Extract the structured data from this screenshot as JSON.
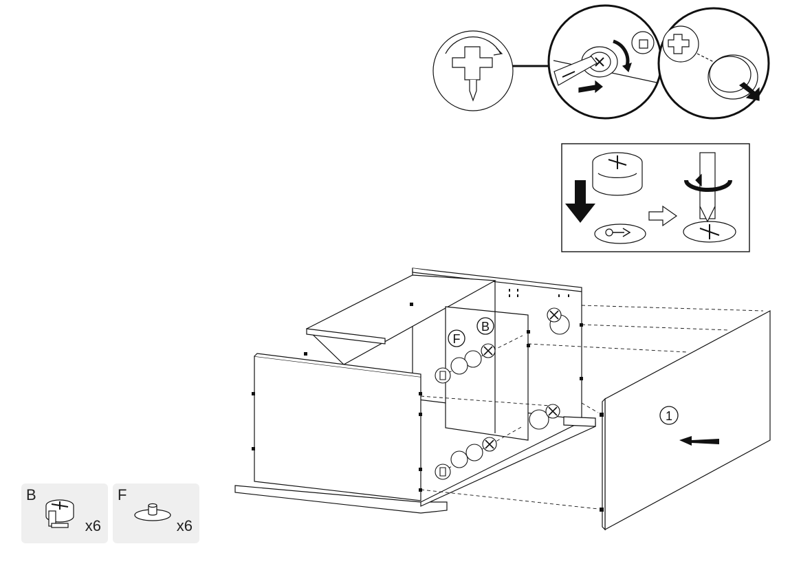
{
  "parts": [
    {
      "letter": "B",
      "quantity": "x6",
      "icon": "cam-lock-icon"
    },
    {
      "letter": "F",
      "quantity": "x6",
      "icon": "cover-cap-icon"
    }
  ],
  "callouts": {
    "part_b": "B",
    "part_f": "F",
    "step": "1"
  },
  "colors": {
    "line": "#111111",
    "panel": "#ffffff",
    "card": "#efefef"
  }
}
